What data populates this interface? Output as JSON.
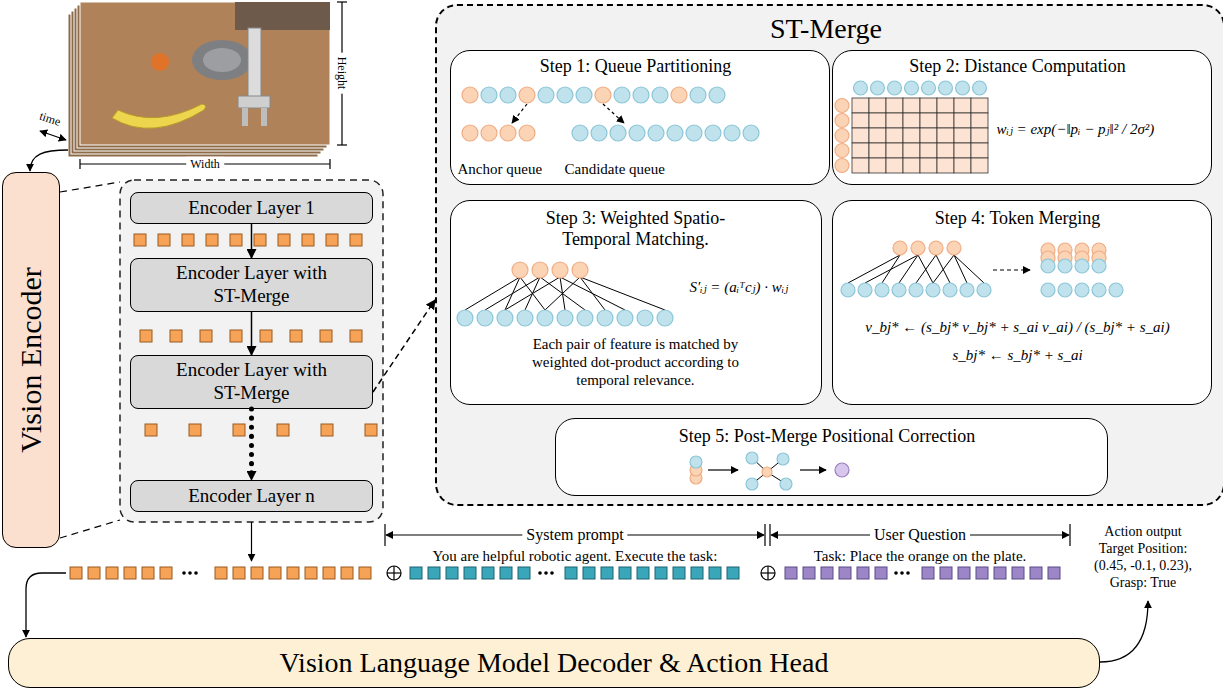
{
  "diagram": {
    "nodes": [
      {
        "text": [
          "Vision Encoder"
        ]
      },
      {
        "text": [
          "Encoder Layer 1"
        ]
      },
      {
        "text": [
          "Encoder Layer with ST-Merge"
        ]
      },
      {
        "text": [
          "Encoder Layer with ST-Merge"
        ]
      },
      {
        "text": [
          "Encoder Layer n"
        ]
      },
      {
        "text": [
          "ST-Merge"
        ]
      },
      {
        "text": [
          "Step 1: Queue Partitioning",
          "Anchor queue",
          "Candidate queue"
        ],
        "in": 5
      },
      {
        "text": [
          "Step 2: Distance Computation",
          "wᵢⱼ = exp(−‖pᵢ − pⱼ‖² / 2σ²)"
        ],
        "in": 5
      },
      {
        "text": [
          "Step 3: Weighted Spatio-Temporal Matching.",
          "S′ᵢⱼ = (aᵢᵀcⱼ) · wᵢⱼ",
          "Each pair of feature is matched by weighted dot-product according to temporal relevance."
        ],
        "in": 5
      },
      {
        "text": [
          "Step 4: Token Merging",
          "v_bj* ← (s_bj* v_bj* + s_ai v_ai) / (s_bj* + s_ai)",
          "s_bj* ← s_bj* + s_ai"
        ],
        "in": 5
      },
      {
        "text": [
          "Step 5: Post-Merge Positional Correction"
        ],
        "in": 5
      },
      {
        "text": [
          "Vision Language Model Decoder & Action Head"
        ]
      }
    ],
    "edges": [
      {
        "from": 1,
        "to": 2,
        "arrow": "to"
      },
      {
        "from": 2,
        "to": 3,
        "arrow": "to"
      },
      {
        "from": 3,
        "to": 4,
        "arrow": "to"
      },
      {
        "from": 3,
        "to": 5,
        "arrow": "to"
      }
    ],
    "labels": [
      "Height",
      "time",
      "Width",
      "System prompt",
      "User Question",
      "You are helpful robotic agent. Execute the task:",
      "Task: Place the orange on the plate.",
      "Action output",
      "Target Position:",
      "(0.45, -0.1, 0.23),",
      "Grasp: True"
    ]
  }
}
